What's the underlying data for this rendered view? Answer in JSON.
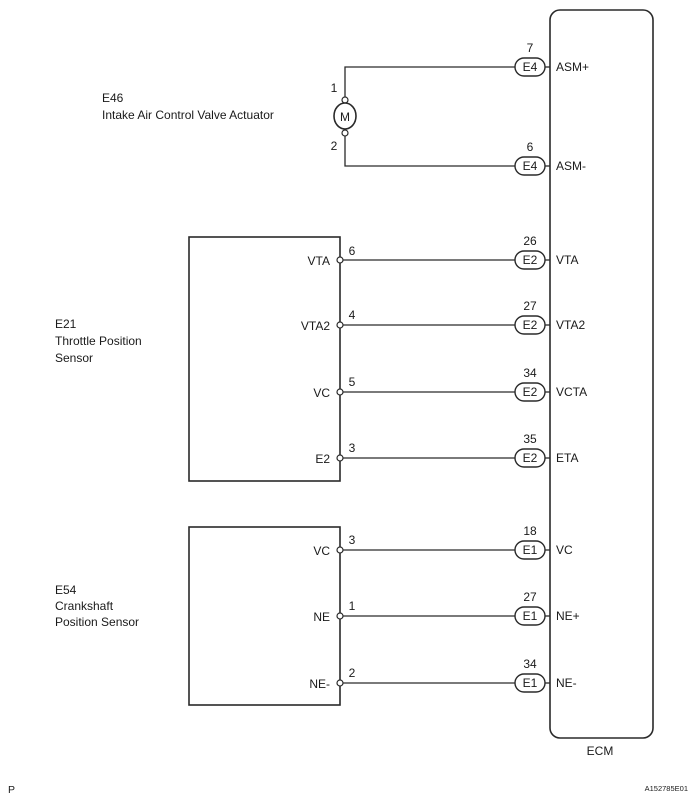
{
  "corner_label": "P",
  "figure_id": "A152785E01",
  "ecm": {
    "label": "ECM"
  },
  "actuator": {
    "code": "E46",
    "name": "Intake Air Control Valve Actuator",
    "motor_symbol": "M",
    "pin_top": "1",
    "pin_bottom": "2"
  },
  "tps": {
    "code": "E21",
    "name_line1": "Throttle Position",
    "name_line2": "Sensor"
  },
  "ckp": {
    "code": "E54",
    "name_line1": "Crankshaft",
    "name_line2": "Position Sensor"
  },
  "wires": [
    {
      "device_terminal": "",
      "device_pin": "",
      "connector": "E4",
      "ecm_pin": "7",
      "ecm_terminal": "ASM+"
    },
    {
      "device_terminal": "",
      "device_pin": "",
      "connector": "E4",
      "ecm_pin": "6",
      "ecm_terminal": "ASM-"
    },
    {
      "device_terminal": "VTA",
      "device_pin": "6",
      "connector": "E2",
      "ecm_pin": "26",
      "ecm_terminal": "VTA"
    },
    {
      "device_terminal": "VTA2",
      "device_pin": "4",
      "connector": "E2",
      "ecm_pin": "27",
      "ecm_terminal": "VTA2"
    },
    {
      "device_terminal": "VC",
      "device_pin": "5",
      "connector": "E2",
      "ecm_pin": "34",
      "ecm_terminal": "VCTA"
    },
    {
      "device_terminal": "E2",
      "device_pin": "3",
      "connector": "E2",
      "ecm_pin": "35",
      "ecm_terminal": "ETA"
    },
    {
      "device_terminal": "VC",
      "device_pin": "3",
      "connector": "E1",
      "ecm_pin": "18",
      "ecm_terminal": "VC"
    },
    {
      "device_terminal": "NE",
      "device_pin": "1",
      "connector": "E1",
      "ecm_pin": "27",
      "ecm_terminal": "NE+"
    },
    {
      "device_terminal": "NE-",
      "device_pin": "2",
      "connector": "E1",
      "ecm_pin": "34",
      "ecm_terminal": "NE-"
    }
  ]
}
